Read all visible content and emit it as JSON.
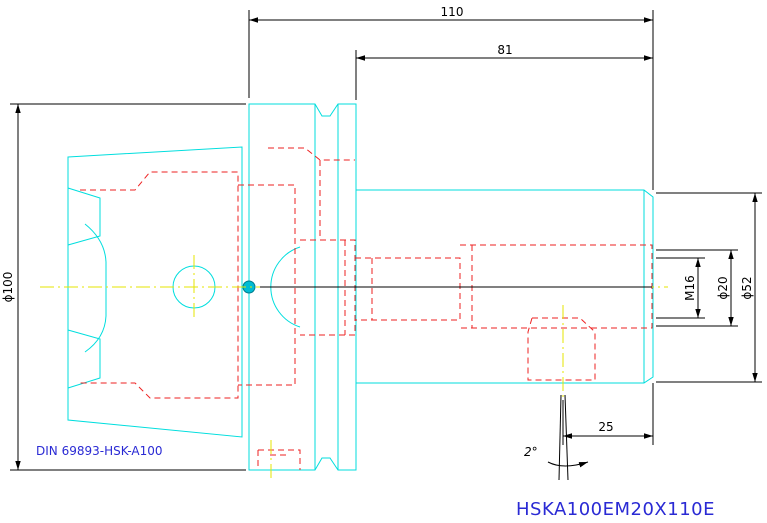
{
  "dimensions": {
    "overall_length": "110",
    "shank_length": "81",
    "flange_diameter": "ϕ100",
    "thread": "M16",
    "bore_diameter": "ϕ20",
    "shank_diameter": "ϕ52",
    "hole_offset": "25",
    "angle": "2°"
  },
  "standard_note": "DIN 69893-HSK-A100",
  "part_number": "HSKA100EM20X110E",
  "colors": {
    "outline": "#00dede",
    "hidden": "#ee2222",
    "centerline": "#e6e600",
    "dimension": "#000000",
    "text_blue": "#2a2ad4"
  }
}
